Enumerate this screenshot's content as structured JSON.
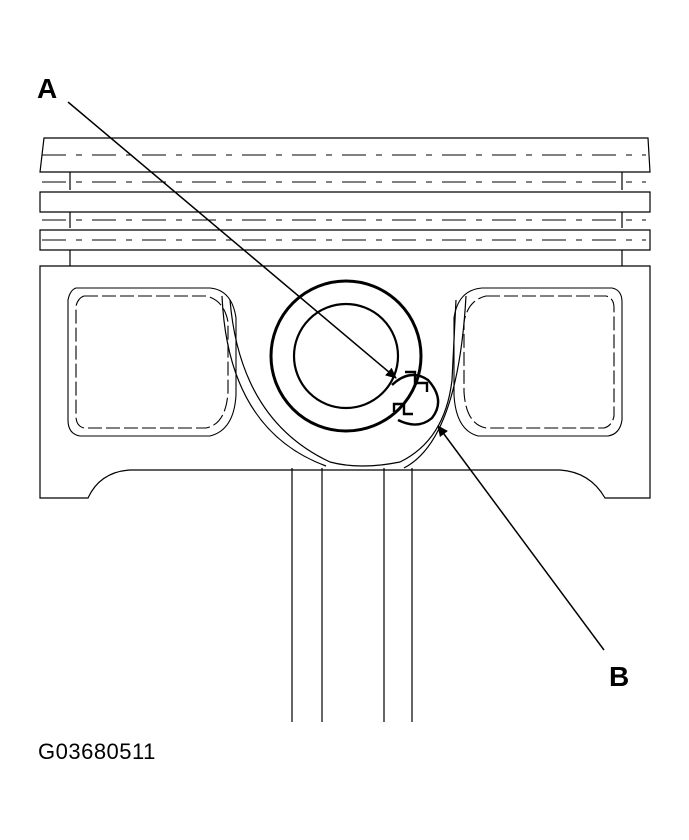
{
  "callouts": {
    "a": "A",
    "b": "B"
  },
  "figure_code": "G03680511",
  "colors": {
    "line": "#000000",
    "background": "#ffffff"
  },
  "icons": {
    "arrow_a": "arrowhead-icon",
    "arrow_b": "arrowhead-icon"
  }
}
